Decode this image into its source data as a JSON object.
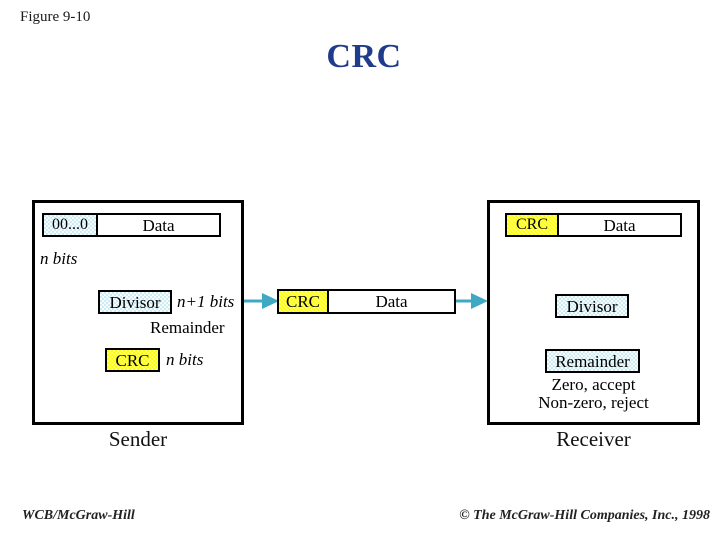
{
  "slide": {
    "figure_label": "Figure 9-10",
    "title": "CRC",
    "footer_left": "WCB/McGraw-Hill",
    "footer_right": "© The McGraw-Hill Companies, Inc., 1998"
  },
  "colors": {
    "title_blue": "#1F3C8C",
    "arrow_red": "#EE0000",
    "arrow_outline_teal": "#5BB8C8",
    "cell_blue": "#CDECF4",
    "cell_yellow": "#FFFF00",
    "border_black": "#000000",
    "background": "#FFFFFF"
  },
  "sender": {
    "caption": "Sender",
    "input_frame": {
      "zeros_cell": "00...0",
      "data_cell": "Data"
    },
    "labels": {
      "n_bits": "n bits",
      "n_plus_1_bits": "n+1 bits",
      "remainder": "Remainder",
      "crc_n_bits": "n bits"
    },
    "divisor_cell": "Divisor",
    "crc_cell": "CRC"
  },
  "transmission": {
    "crc_cell": "CRC",
    "data_cell": "Data"
  },
  "receiver": {
    "caption": "Receiver",
    "input_frame": {
      "crc_cell": "CRC",
      "data_cell": "Data"
    },
    "divisor_cell": "Divisor",
    "remainder_cell": "Remainder",
    "result_line_1": "Zero, accept",
    "result_line_2": "Non-zero, reject"
  }
}
